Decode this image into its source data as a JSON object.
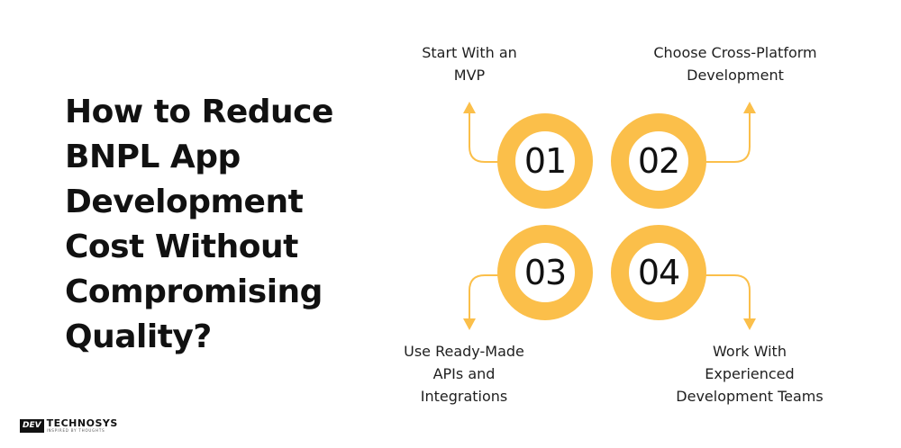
{
  "heading": {
    "lines": [
      "How to Reduce",
      "BNPL App",
      "Development",
      "Cost Without",
      "Compromising",
      "Quality?"
    ]
  },
  "steps": [
    {
      "number": "01",
      "label_lines": [
        "Start With an",
        "MVP"
      ]
    },
    {
      "number": "02",
      "label_lines": [
        "Choose Cross-Platform",
        "Development"
      ]
    },
    {
      "number": "03",
      "label_lines": [
        "Use Ready-Made",
        "APIs and",
        "Integrations"
      ]
    },
    {
      "number": "04",
      "label_lines": [
        "Work With",
        "Experienced",
        "Development Teams"
      ]
    }
  ],
  "logo": {
    "badge": "DEV",
    "name": "TECHNOSYS",
    "tagline": "INSPIRED BY THOUGHTS"
  },
  "colors": {
    "accent": "#fbbf4a",
    "text": "#111111"
  }
}
